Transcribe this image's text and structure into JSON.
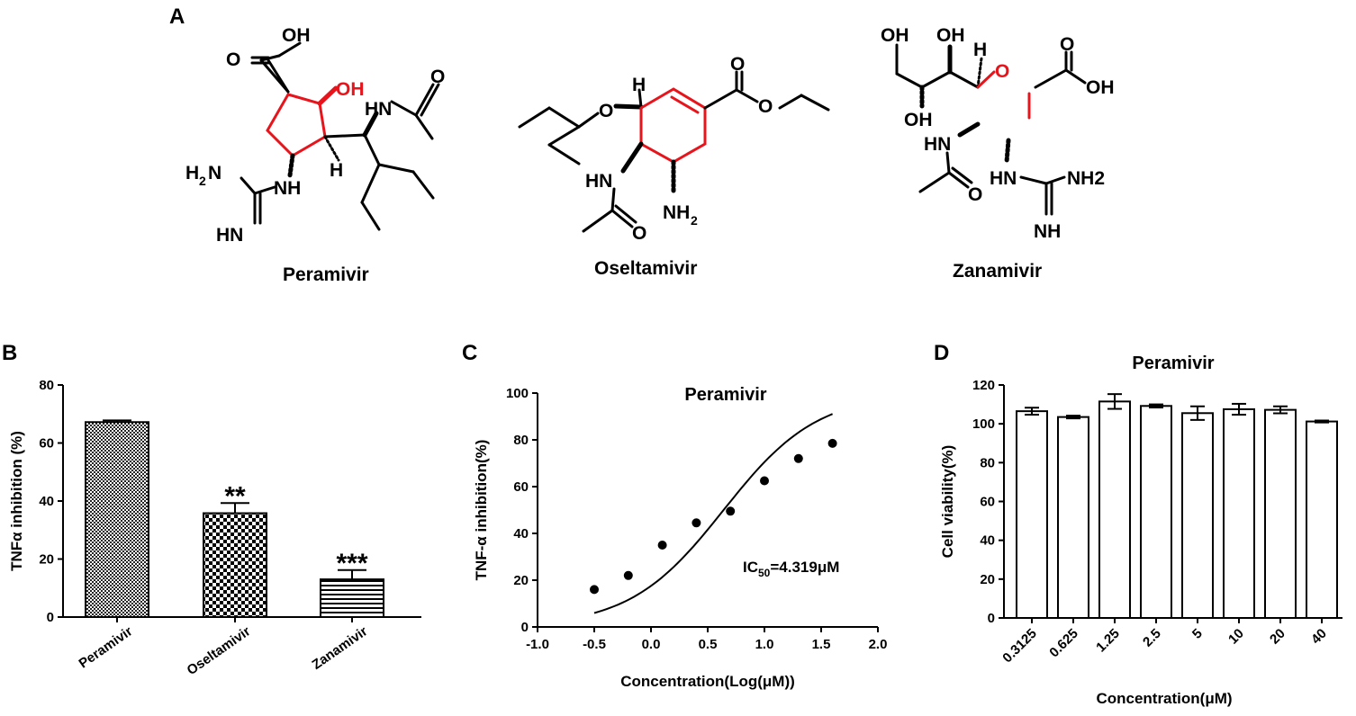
{
  "panels": {
    "a": "A",
    "b": "B",
    "c": "C",
    "d": "D"
  },
  "colors": {
    "highlight": "#e8141c",
    "ink": "#000000"
  },
  "structures": {
    "peramivir": {
      "caption": "Peramivir",
      "labels": {
        "cooh": "OH",
        "carbonyl_o": "O",
        "oh": "OH",
        "nh_amide": "HN",
        "amide_o": "O",
        "h": "H",
        "h2n": "H",
        "h2n_n": "N",
        "h2n_sub": "2",
        "nh": "NH",
        "hn": "HN"
      }
    },
    "oseltamivir": {
      "caption": "Oseltamivir",
      "labels": {
        "ether_o": "O",
        "h": "H",
        "carbonyl_o": "O",
        "ester_o": "O",
        "hn": "HN",
        "amide_o": "O",
        "nh2": "NH",
        "nh2_sub": "2"
      }
    },
    "zanamivir": {
      "caption": "Zanamivir",
      "labels": {
        "oh1": "OH",
        "oh2": "OH",
        "h": "H",
        "ring_o": "O",
        "carbonyl_o": "O",
        "cooh": "OH",
        "oh3": "OH",
        "hn": "HN",
        "hn2": "HN",
        "nh2": "NH2",
        "amide_o": "O",
        "nh": "NH"
      }
    }
  },
  "chart_data": [
    {
      "panel": "B",
      "type": "bar",
      "categories": [
        "Peramivir",
        "Oseltamivir",
        "Zanamivir"
      ],
      "values": [
        67.2,
        35.8,
        13.0
      ],
      "errors": [
        0.6,
        3.5,
        3.2
      ],
      "annotations": [
        "",
        "**",
        "***"
      ],
      "patterns": [
        "fine-check",
        "checker",
        "horizontal-lines"
      ],
      "title": "",
      "xlabel": "",
      "ylabel": "TNFα  inhibition (%)",
      "ylim": [
        0,
        80
      ],
      "yticks": [
        0,
        20,
        40,
        60,
        80
      ],
      "grid": false
    },
    {
      "panel": "C",
      "type": "scatter",
      "title": "Peramivir",
      "x": [
        -0.5,
        -0.2,
        0.1,
        0.4,
        0.7,
        1.0,
        1.3,
        1.6
      ],
      "y": [
        16,
        22,
        35,
        44.5,
        49.5,
        62.5,
        72,
        78.5
      ],
      "fit": {
        "curve": "sigmoid",
        "x0": 0.64,
        "slope": 1.05,
        "top": 100,
        "bottom": 0,
        "from": -0.5,
        "to": 1.6
      },
      "annotation": {
        "text": "IC",
        "sub": "50",
        "rest": "=4.319μM"
      },
      "xlabel": "Concentration(Log(μM))",
      "ylabel": "TNF-α inhibition(%)",
      "xlim": [
        -1.0,
        2.0
      ],
      "ylim": [
        0,
        100
      ],
      "xticks": [
        "-1.0",
        "-0.5",
        "0.0",
        "0.5",
        "1.0",
        "1.5",
        "2.0"
      ],
      "yticks": [
        0,
        20,
        40,
        60,
        80,
        100
      ],
      "grid": false
    },
    {
      "panel": "D",
      "type": "bar",
      "title": "Peramivir",
      "categories": [
        "0.3125",
        "0.625",
        "1.25",
        "2.5",
        "5",
        "10",
        "20",
        "40"
      ],
      "values": [
        106.5,
        103.5,
        111.5,
        109.2,
        105.5,
        107.5,
        107.2,
        101.2
      ],
      "errors": [
        1.8,
        0.7,
        3.8,
        0.8,
        3.5,
        2.8,
        1.8,
        0.5
      ],
      "xlabel": "Concentration(μM)",
      "ylabel": "Cell viability(%)",
      "ylim": [
        0,
        120
      ],
      "yticks": [
        0,
        20,
        40,
        60,
        80,
        100,
        120
      ],
      "grid": false
    }
  ]
}
